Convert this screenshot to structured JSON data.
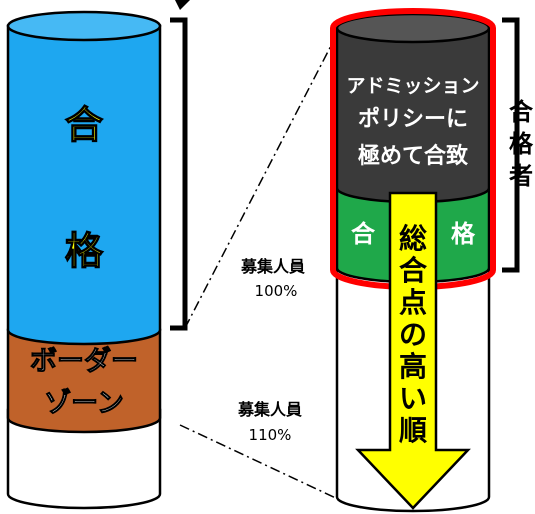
{
  "left_cylinder": {
    "pass_char_1": "合",
    "pass_char_2": "格",
    "border_line_1": "ボーダー",
    "border_line_2": "ゾーン"
  },
  "right_cylinder": {
    "policy_line_1": "アドミッション",
    "policy_line_2": "ポリシーに",
    "policy_line_3": "極めて合致",
    "pass_left": "合",
    "pass_right": "格",
    "arrow_chars": [
      "総",
      "合",
      "点",
      "の",
      "高",
      "い",
      "順"
    ]
  },
  "bracket_label_chars": [
    "合",
    "格",
    "者"
  ],
  "quota_100": {
    "label": "募集人員",
    "value": "100%"
  },
  "quota_110": {
    "label": "募集人員",
    "value": "110%"
  },
  "colors": {
    "blue": "#1ea7f0",
    "brown": "#c0622a",
    "dark": "#3a3a3a",
    "green": "#1fa84a",
    "red": "#ff0000",
    "yellow": "#ffff00"
  }
}
